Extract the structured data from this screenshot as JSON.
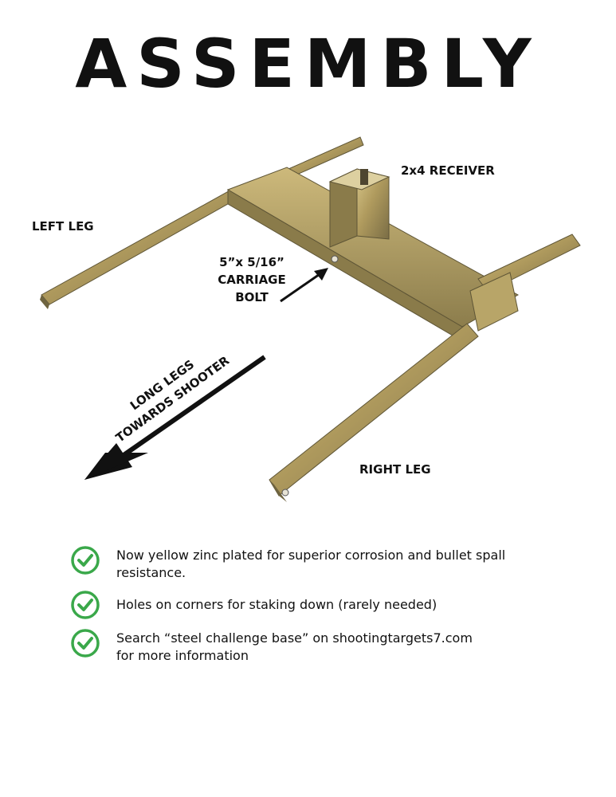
{
  "title": "ASSEMBLY",
  "labels": {
    "receiver": "2x4 RECEIVER",
    "left_leg": "LEFT LEG",
    "bolt_line1": "5”x 5/16”",
    "bolt_line2": "CARRIAGE",
    "bolt_line3": "BOLT",
    "arrow_line1": "LONG LEGS",
    "arrow_line2": "TOWARDS SHOOTER",
    "right_leg": "RIGHT LEG"
  },
  "features": [
    {
      "icon": "check-circle-icon",
      "text_line1": "Now yellow zinc plated for superior corrosion and bullet spall",
      "text_line2": "resistance."
    },
    {
      "icon": "check-circle-icon",
      "text_line1": "Holes on corners for staking down (rarely needed)",
      "text_line2": ""
    },
    {
      "icon": "check-circle-icon",
      "text_line1": "Search “steel challenge base” on shootingtargets7.com",
      "text_line2": "for more information"
    }
  ],
  "colors": {
    "check_green": "#3aa84a",
    "metal_light": "#c9b574",
    "metal_mid": "#a8945a",
    "metal_dark": "#6f6440"
  }
}
